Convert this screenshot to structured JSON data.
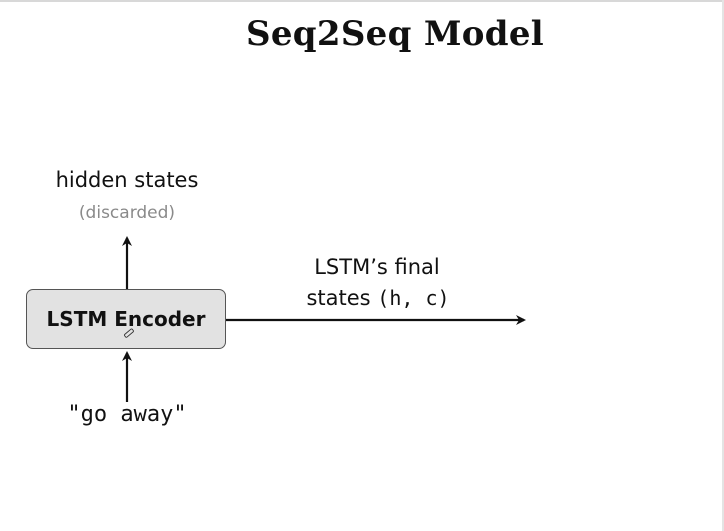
{
  "title": "Seq2Seq Model",
  "encoder": {
    "label": "LSTM Encoder"
  },
  "output_hidden": {
    "label": "hidden states",
    "note": "(discarded)"
  },
  "final_states": {
    "line1": "LSTM’s final",
    "line2_text": "states",
    "line2_code": "(h, c)"
  },
  "input": {
    "label": "\"go away\""
  }
}
